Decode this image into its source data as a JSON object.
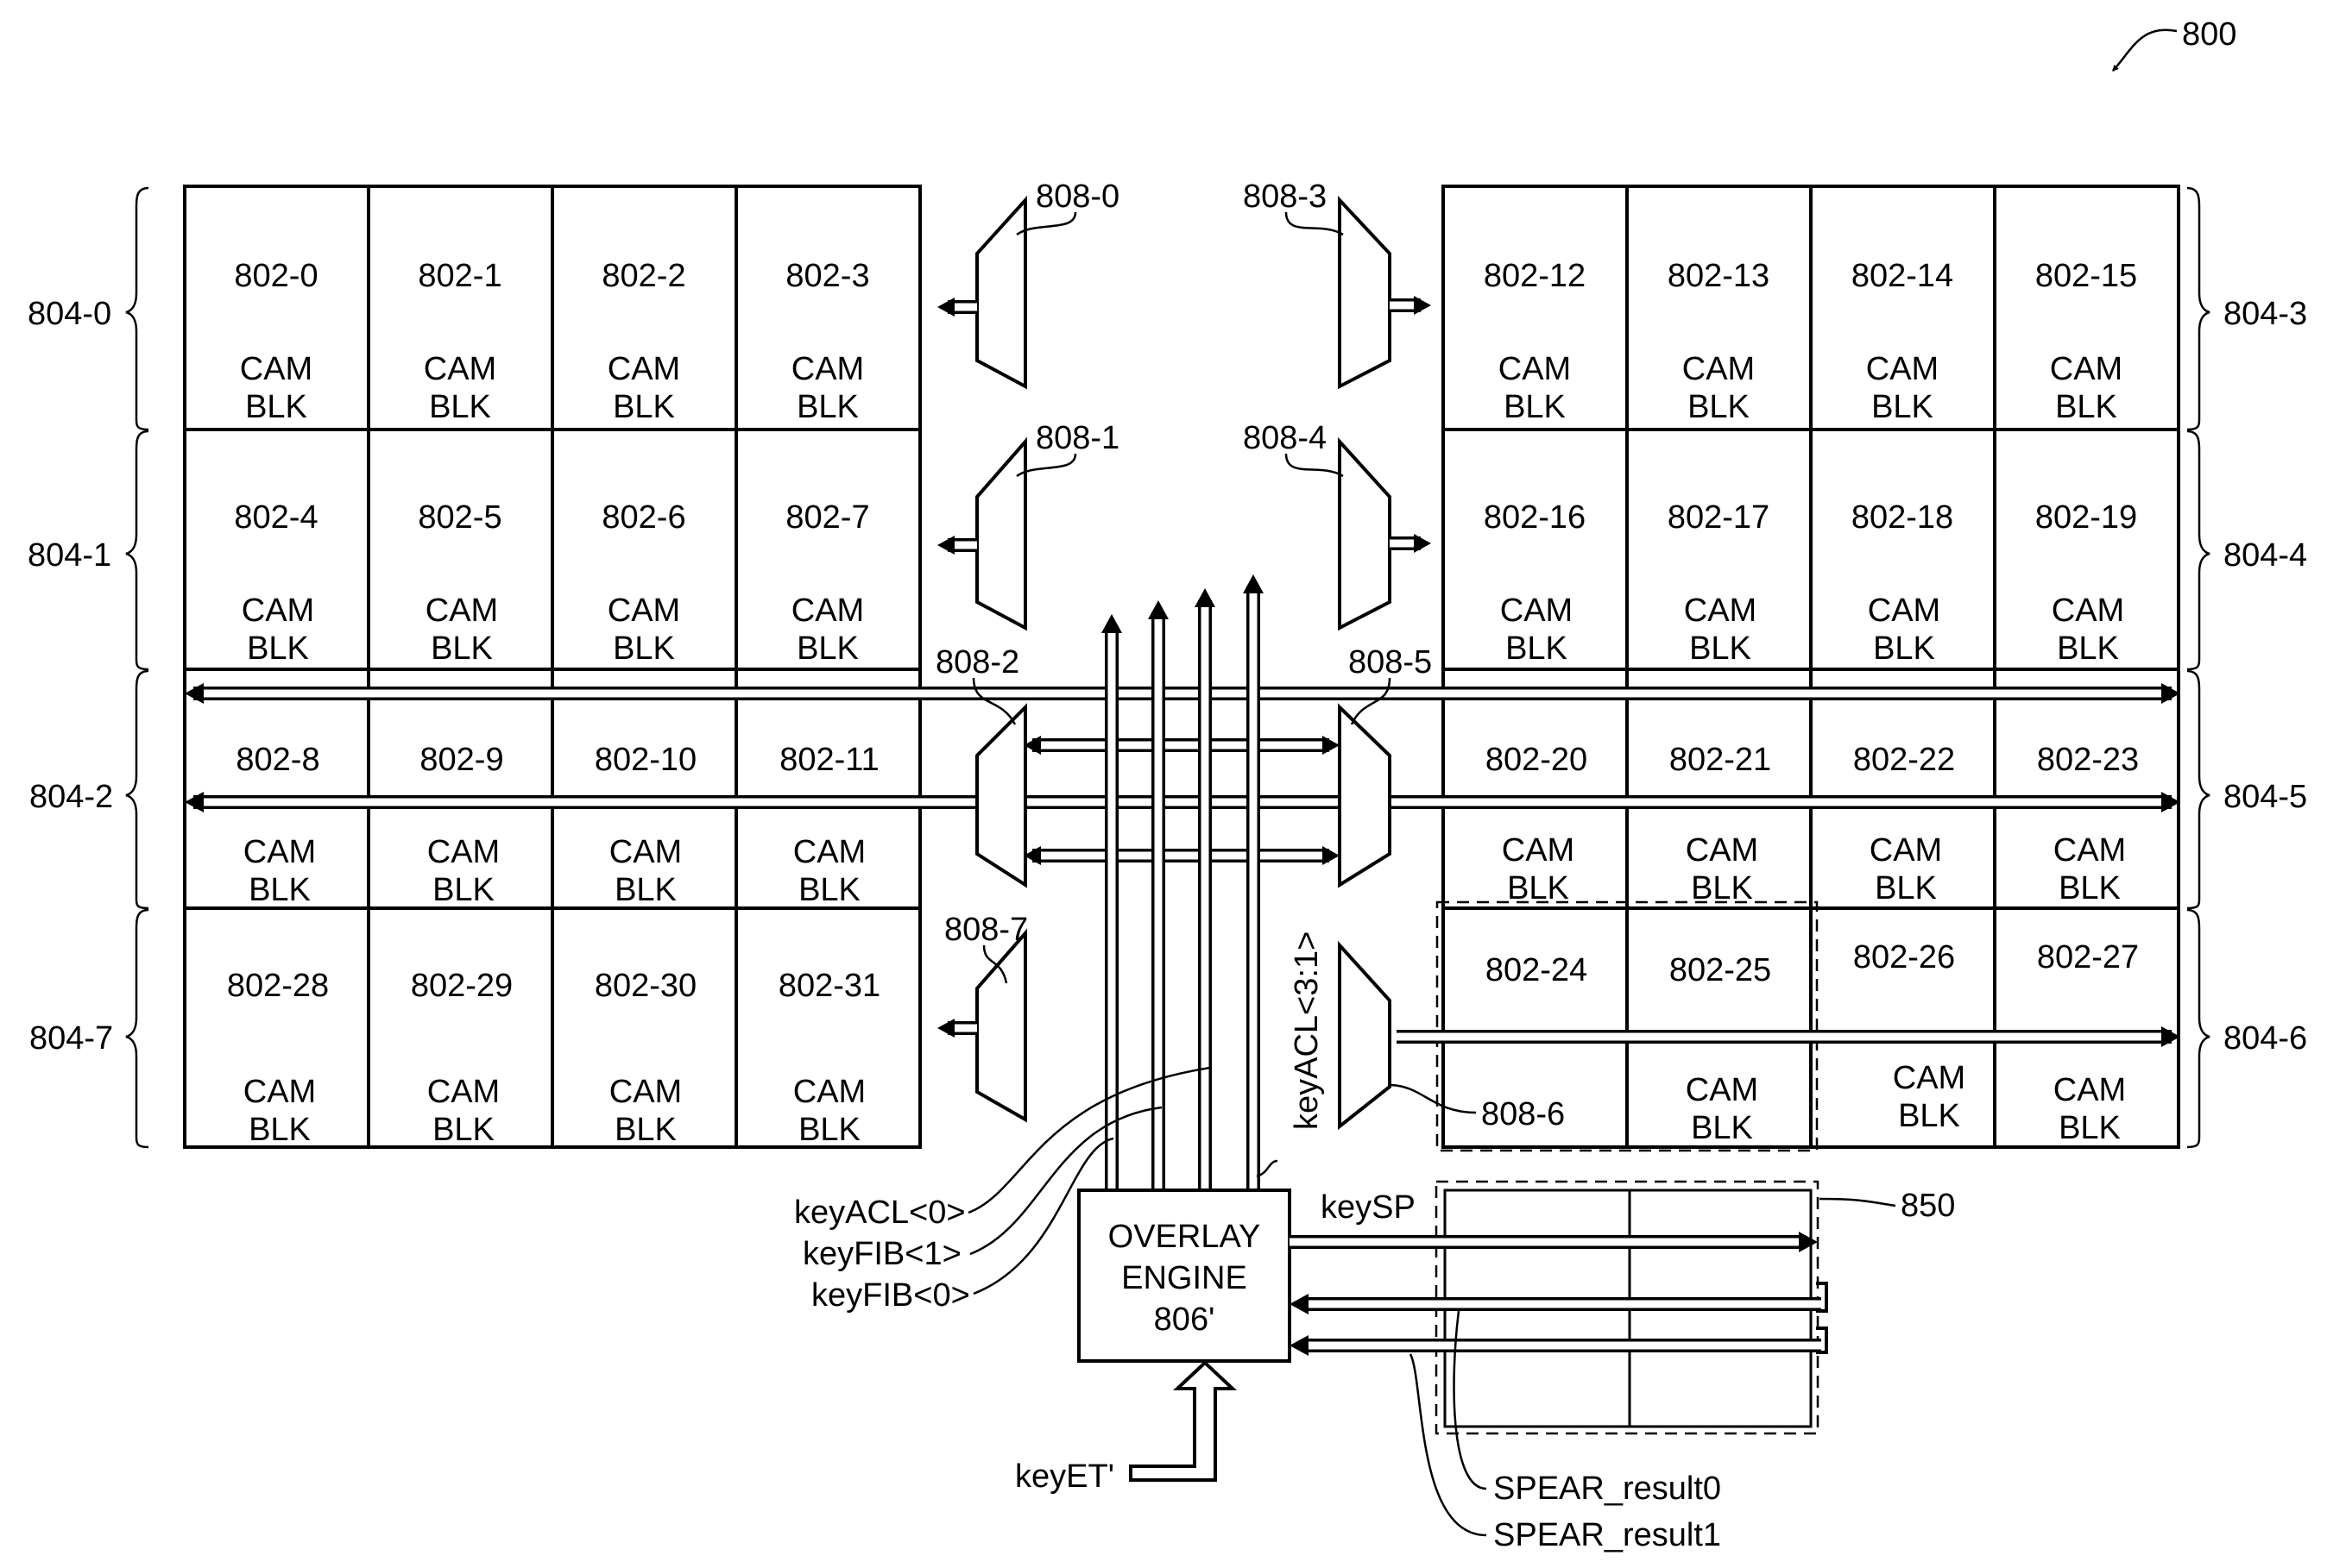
{
  "figure_ref": "800",
  "groups": {
    "left": [
      "804-0",
      "804-1",
      "804-2",
      "804-7"
    ],
    "right": [
      "804-3",
      "804-4",
      "804-5",
      "804-6"
    ]
  },
  "cam_label": {
    "line1": "CAM",
    "line2": "BLK"
  },
  "blocks": {
    "r0": [
      "802-0",
      "802-1",
      "802-2",
      "802-3"
    ],
    "r1": [
      "802-4",
      "802-5",
      "802-6",
      "802-7"
    ],
    "r2": [
      "802-8",
      "802-9",
      "802-10",
      "802-11"
    ],
    "r3": [
      "802-28",
      "802-29",
      "802-30",
      "802-31"
    ],
    "r4": [
      "802-12",
      "802-13",
      "802-14",
      "802-15"
    ],
    "r5": [
      "802-16",
      "802-17",
      "802-18",
      "802-19"
    ],
    "r6": [
      "802-20",
      "802-21",
      "802-22",
      "802-23"
    ],
    "r7": [
      "802-24",
      "802-25",
      "802-26",
      "802-27"
    ]
  },
  "muxes": [
    "808-0",
    "808-1",
    "808-2",
    "808-3",
    "808-4",
    "808-5",
    "808-6",
    "808-7"
  ],
  "engine": {
    "line1": "OVERLAY",
    "line2": "ENGINE",
    "line3": "806'"
  },
  "signals": {
    "key_acl_31": "keyACL<3:1>",
    "key_acl_0": "keyACL<0>",
    "key_fib_1": "keyFIB<1>",
    "key_fib_0": "keyFIB<0>",
    "key_sp": "keySP",
    "key_et": "keyET'",
    "spear_result0": "SPEAR_result0",
    "spear_result1": "SPEAR_result1"
  },
  "spear_ref": "850"
}
